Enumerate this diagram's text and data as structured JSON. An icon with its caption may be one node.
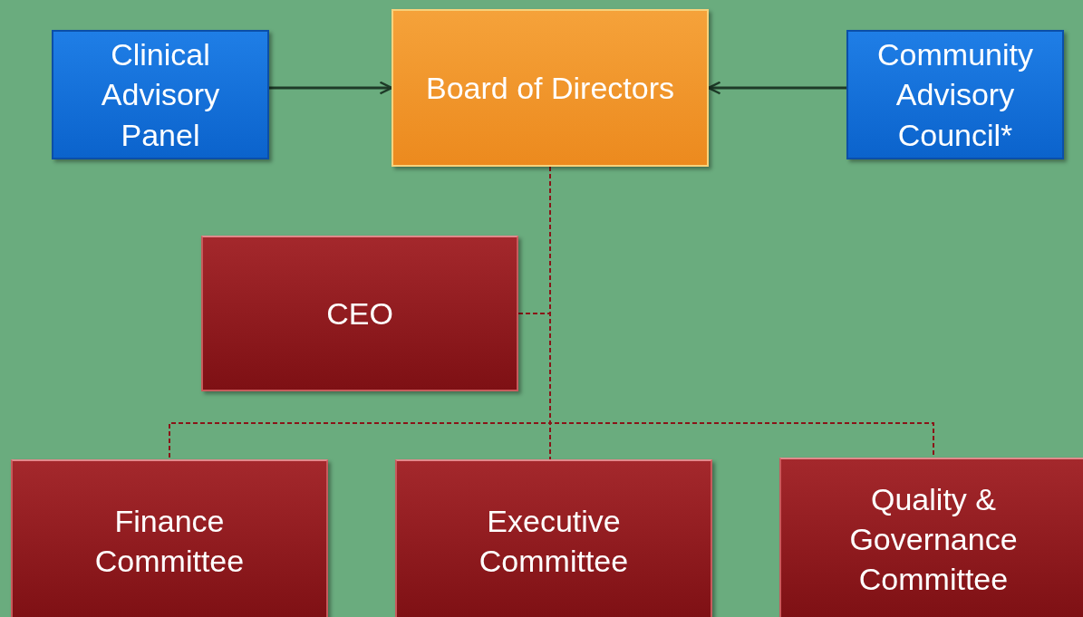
{
  "diagram": {
    "nodes": [
      {
        "text": [
          "Clinical Advisory Panel"
        ]
      },
      {
        "text": [
          "Board of Directors"
        ]
      },
      {
        "text": [
          "Community Advisory Council*"
        ]
      },
      {
        "text": [
          "CEO"
        ]
      },
      {
        "text": [
          "Finance Committee"
        ]
      },
      {
        "text": [
          "Executive Committee"
        ]
      },
      {
        "text": [
          "Quality & Governance Committee"
        ]
      }
    ],
    "edges": [
      {
        "from": 0,
        "to": 1,
        "arrow": "to",
        "color": "#1e3a28"
      },
      {
        "from": 2,
        "to": 1,
        "arrow": "to",
        "color": "#1e3a28"
      },
      {
        "from": 1,
        "to": 3,
        "arrow": "none",
        "style": "dashed"
      },
      {
        "from": 1,
        "to": 4,
        "arrow": "none",
        "style": "dashed"
      },
      {
        "from": 1,
        "to": 5,
        "arrow": "none",
        "style": "dashed"
      },
      {
        "from": 1,
        "to": 6,
        "arrow": "none",
        "style": "dashed"
      }
    ]
  }
}
